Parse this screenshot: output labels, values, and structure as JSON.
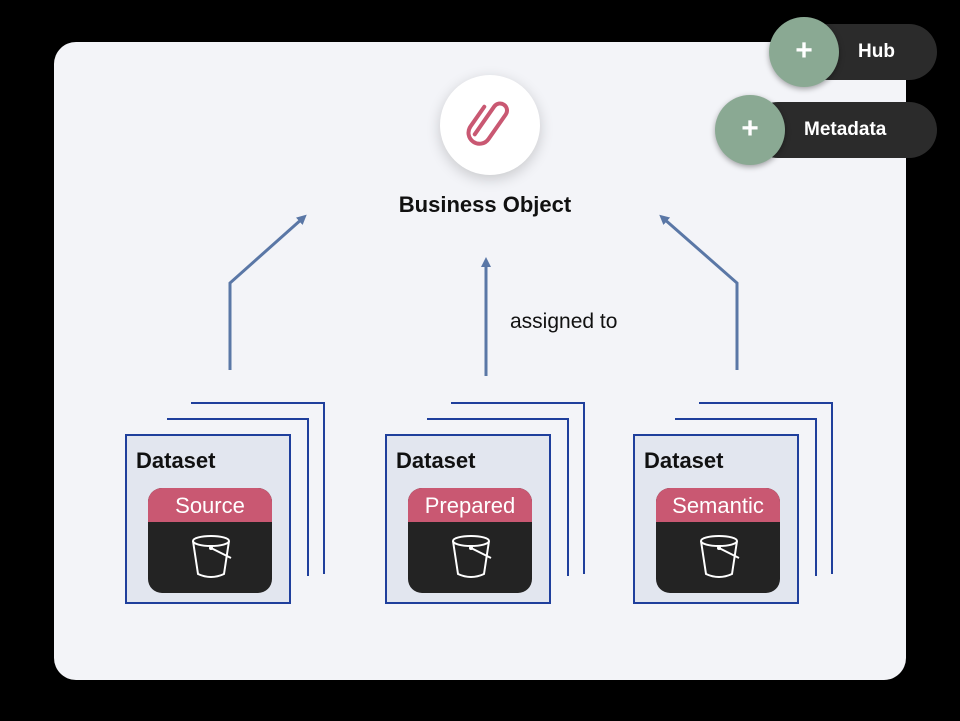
{
  "business_object": {
    "label": "Business Object",
    "icon": "paperclip-icon"
  },
  "relation": {
    "label": "assigned to"
  },
  "datasets": [
    {
      "title": "Dataset",
      "tag": "Source",
      "icon": "bucket-icon"
    },
    {
      "title": "Dataset",
      "tag": "Prepared",
      "icon": "bucket-icon"
    },
    {
      "title": "Dataset",
      "tag": "Semantic",
      "icon": "bucket-icon"
    }
  ],
  "badges": [
    {
      "label": "Hub",
      "icon": "plus-icon"
    },
    {
      "label": "Metadata",
      "icon": "plus-icon"
    }
  ],
  "colors": {
    "background": "#000000",
    "card": "#f3f4f8",
    "arrow": "#5a77a6",
    "dataset_border": "#1f3f9c",
    "dataset_fill": "#e2e6ef",
    "tag": "#c95872",
    "tile": "#232323",
    "badge_plus": "#8aa993",
    "badge_pill": "#2b2b2b",
    "paperclip": "#c95872"
  }
}
